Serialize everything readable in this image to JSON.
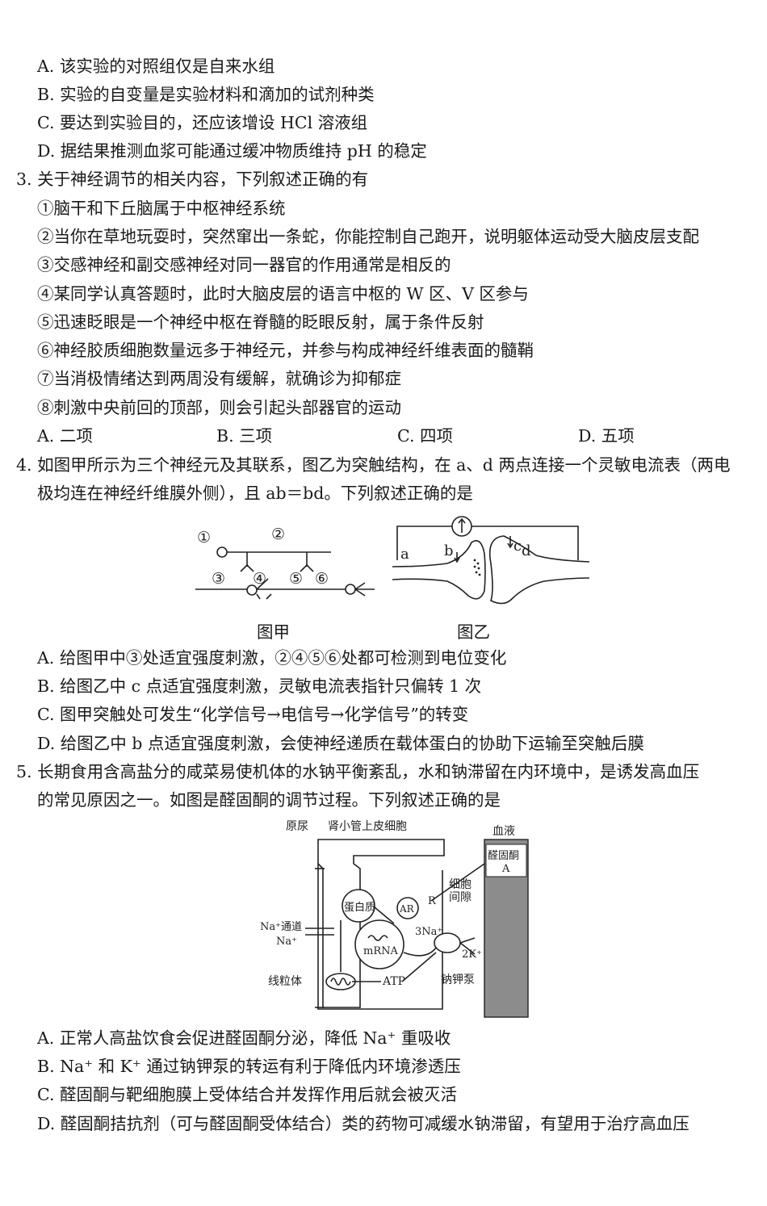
{
  "q2_options": [
    "A. 该实验的对照组仅是自来水组",
    "B. 实验的自变量是实验材料和滴加的试剂种类",
    "C. 要达到实验目的，还应该增设 HCl 溶液组",
    "D. 据结果推测血浆可能通过缓冲物质维持 pH 的稳定"
  ],
  "q3": {
    "stem": "3. 关于神经调节的相关内容，下列叙述正确的有",
    "items": [
      "①脑干和下丘脑属于中枢神经系统",
      "②当你在草地玩耍时，突然窜出一条蛇，你能控制自己跑开，说明躯体运动受大脑皮层支配",
      "③交感神经和副交感神经对同一器官的作用通常是相反的",
      "④某同学认真答题时，此时大脑皮层的语言中枢的 W 区、V 区参与",
      "⑤迅速眨眼是一个神经中枢在脊髓的眨眼反射，属于条件反射",
      "⑥神经胶质细胞数量远多于神经元，并参与构成神经纤维表面的髓鞘",
      "⑦当消极情绪达到两周没有缓解，就确诊为抑郁症",
      "⑧刺激中央前回的顶部，则会引起头部器官的运动"
    ],
    "options": [
      "A. 二项",
      "B. 三项",
      "C. 四项",
      "D. 五项"
    ]
  },
  "q4": {
    "stem_line1": "4. 如图甲所示为三个神经元及其联系，图乙为突触结构，在 a、d 两点连接一个灵敏电流表（两电",
    "stem_line2": "极均连在神经纤维膜外侧），且 ab＝bd。下列叙述正确的是",
    "fig_a_labels": [
      "①",
      "②",
      "③",
      "④",
      "⑤",
      "⑥"
    ],
    "fig_b_labels": [
      "a",
      "b",
      "c",
      "d"
    ],
    "caption_a": "图甲",
    "caption_b": "图乙",
    "options": [
      "A. 给图甲中③处适宜强度刺激，②④⑤⑥处都可检测到电位变化",
      "B. 给图乙中 c 点适宜强度刺激，灵敏电流表指针只偏转 1 次",
      "C. 图甲突触处可发生“化学信号→电信号→化学信号”的转变",
      "D. 给图乙中 b 点适宜强度刺激，会使神经递质在载体蛋白的协助下运输至突触后膜"
    ]
  },
  "q5": {
    "stem_line1": "5. 长期食用含高盐分的咸菜易使机体的水钠平衡紊乱，水和钠滞留在内环境中，是诱发高血压",
    "stem_line2": "的常见原因之一。如图是醛固酮的调节过程。下列叙述正确的是",
    "figure": {
      "urine": "原尿",
      "cell": "肾小管上皮细胞",
      "blood": "血液",
      "aldo": "醛固酮",
      "a": "A",
      "gap1": "细胞",
      "gap2": "间隙",
      "protein": "蛋白质",
      "ar": "AR",
      "r": "R",
      "na_channel": "Na⁺通道",
      "na": "Na⁺",
      "na3": "3Na⁺",
      "mrna": "mRNA",
      "k2": "2K⁺",
      "mito": "线粒体",
      "atp": "ATP",
      "pump": "钠钾泵"
    },
    "options": [
      "A. 正常人高盐饮食会促进醛固酮分泌，降低 Na⁺ 重吸收",
      "B. Na⁺ 和 K⁺ 通过钠钾泵的转运有利于降低内环境渗透压",
      "C. 醛固酮与靶细胞膜上受体结合并发挥作用后就会被灭活",
      "D. 醛固酮拮抗剂（可与醛固酮受体结合）类的药物可减缓水钠滞留，有望用于治疗高血压"
    ]
  }
}
